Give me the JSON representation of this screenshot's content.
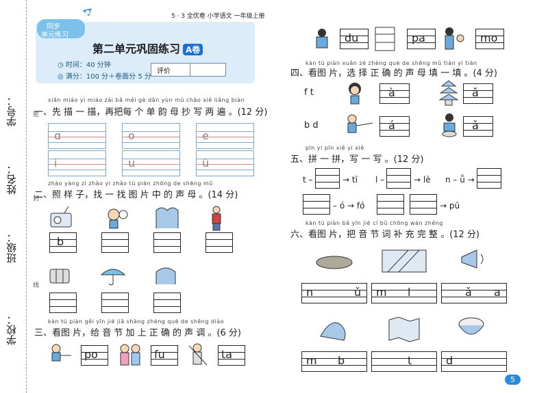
{
  "side": {
    "xuehao": "学号：",
    "xingming": "姓名：",
    "banji": "班级：",
    "xuexiao": "学校：",
    "mark1": "密",
    "mark2": "封",
    "mark3": "线"
  },
  "header": {
    "top_line": "5 · 3 全优卷  小学语文  一年级上册",
    "badge_line1": "同步",
    "badge_line2": "单元练习",
    "title": "第二单元巩固练习",
    "title_tag": "A卷",
    "time": "时间：40 分钟",
    "score": "满分：100 分＋卷面分 5 分",
    "eval_label": "评价"
  },
  "q1": {
    "pinyin": "xiān miáo yì miáo    zài bǎ měi gè dān yùn mǔ chāo xiě liǎng biàn",
    "text": "一、先 描 一 描，再把每 个 单 韵 母 抄 写 两 遍 。(12 分)",
    "letters": [
      "ɑ",
      "o",
      "e",
      "i",
      "u",
      "ü"
    ]
  },
  "q2": {
    "pinyin": "zhào yàng zi    zhǎo yi zhǎo tú piàn zhōng de shēng mǔ",
    "text": "二、照 样 子，找 一 找 图 片 中 的 声 母 。(14 分)",
    "example": "b"
  },
  "q3": {
    "pinyin": "kàn tú piàn    gěi yīn jié jiā shàng zhèng què de shēng diào",
    "text": "三、看图 片，给 音 节 加 上  正  确 的 声  调 。(6 分)",
    "syllables": [
      "po",
      "fu",
      "ta"
    ]
  },
  "top_right": {
    "syllables": [
      "du",
      "pa",
      "mo"
    ]
  },
  "q4": {
    "pinyin": "kàn tú piàn    xuǎn zé zhèng què de shēng mǔ tián yi tián",
    "text": "四、看图 片，选 择 正  确 的 声  母 填 一 填 。(4 分)",
    "row1_options": "f  t",
    "row2_options": "b  d",
    "answers": [
      "à",
      "ǎ",
      "á",
      "ǎ"
    ]
  },
  "q5": {
    "pinyin": "pīn yi pīn    xiě yi xiě",
    "text": "五、拼 一 拼，写 一 写 。(12 分)",
    "items": [
      "t –",
      "→ tī",
      "l –",
      "→ lè",
      "n – ǖ →",
      "– ó → fó",
      "→ pū"
    ]
  },
  "q6": {
    "pinyin": "kàn tú piàn    bǎ yīn jié cí bǔ chōng wán zhěng",
    "text": "六、看图 片，把 音 节 词 补  充  完  整 。(12 分)",
    "row1": [
      "n",
      "ǔ",
      "m",
      "l",
      "ǎ",
      "a"
    ],
    "row2": [
      "m",
      "b",
      "t",
      "d"
    ]
  },
  "page_number": "5"
}
